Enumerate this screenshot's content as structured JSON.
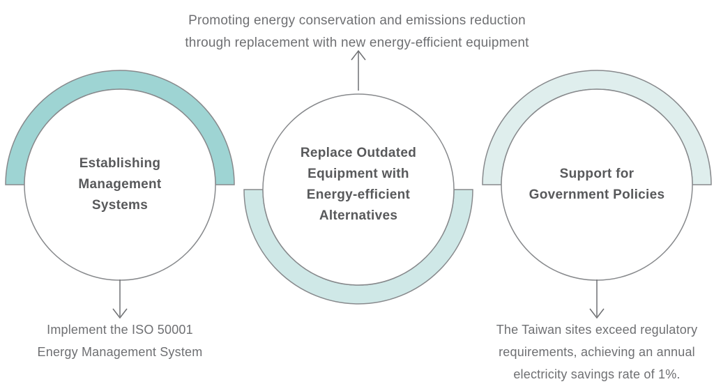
{
  "top_note": {
    "lines": [
      "Promoting energy conservation and emissions reduction",
      "through replacement with new energy-efficient equipment"
    ]
  },
  "circles": [
    {
      "id": "establishing-management-systems",
      "title_lines": [
        "Establishing",
        "Management",
        "Systems"
      ],
      "arc_position": "top",
      "arc_color": "#9ed4d3"
    },
    {
      "id": "replace-outdated-equipment",
      "title_lines": [
        "Replace Outdated",
        "Equipment with",
        "Energy-efficient",
        "Alternatives"
      ],
      "arc_position": "bottom",
      "arc_color": "#cfe8e7"
    },
    {
      "id": "support-for-government-policies",
      "title_lines": [
        "Support for",
        "Government Policies"
      ],
      "arc_position": "top",
      "arc_color": "#dfeeed"
    }
  ],
  "bottom_notes": {
    "left": {
      "lines": [
        "Implement the ISO 50001",
        "Energy Management System"
      ]
    },
    "right": {
      "lines": [
        "The Taiwan sites exceed regulatory",
        "requirements, achieving an annual",
        "electricity savings rate of 1%."
      ]
    }
  },
  "colors": {
    "background": "#ffffff",
    "arc_left": "#9ed4d3",
    "arc_middle": "#cfe8e7",
    "arc_right": "#dfeeed",
    "outline_stroke": "#87898c",
    "circle_fill": "#ffffff",
    "title_text": "#58595b",
    "note_text": "#6e6f72",
    "arrow": "#6e6f72"
  }
}
